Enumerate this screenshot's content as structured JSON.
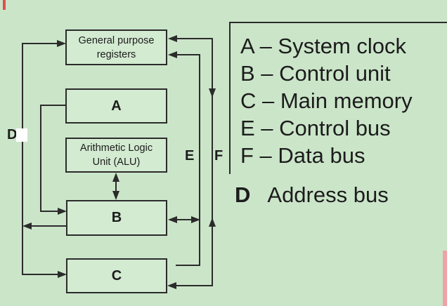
{
  "colors": {
    "background": "#cbe5c9",
    "box_fill": "#d3ebd1",
    "line": "#2b2b2b",
    "text": "#1c1c1c",
    "highlight_patch": "#ffffff",
    "artifact_top_left": "#e04f4f",
    "artifact_right_edge": "#f0a2aa"
  },
  "diagram": {
    "boxes": {
      "gpr": {
        "line1": "General purpose",
        "line2": "registers"
      },
      "a": {
        "label": "A"
      },
      "alu": {
        "line1": "Arithmetic Logic",
        "line2": "Unit (ALU)"
      },
      "b": {
        "label": "B"
      },
      "c": {
        "label": "C"
      }
    },
    "bus_labels": {
      "d": "D",
      "e": "E",
      "f": "F"
    }
  },
  "legend": {
    "rows": [
      {
        "text": "A – System clock"
      },
      {
        "text": "B – Control unit"
      },
      {
        "text": "C – Main memory"
      },
      {
        "text": "E – Control bus"
      },
      {
        "text": "F – Data bus"
      }
    ],
    "address": {
      "letter": "D",
      "name": "Address bus"
    }
  }
}
